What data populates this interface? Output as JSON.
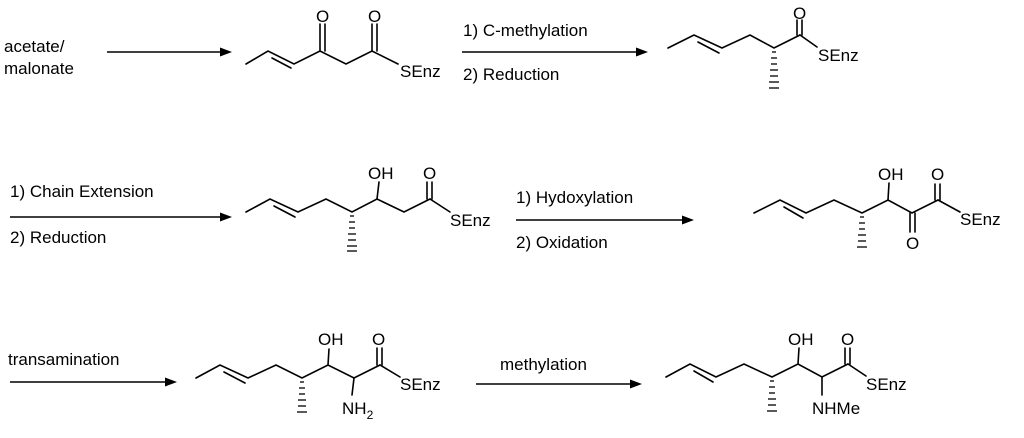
{
  "start_label": [
    "acetate/",
    "malonate"
  ],
  "steps": {
    "s1": [
      "1) C-methylation",
      "2) Reduction"
    ],
    "s2": [
      "1) Chain Extension",
      "2) Reduction"
    ],
    "s3": [
      "1) Hydoxylation",
      "2) Oxidation"
    ],
    "s4": "transamination",
    "s5": "methylation"
  },
  "atoms": {
    "oxygen": "O",
    "thioester": "SEnz",
    "hydroxyl": "OH",
    "amine_n": "NH",
    "amine_sub": "2",
    "n_methyl": "NHMe"
  }
}
